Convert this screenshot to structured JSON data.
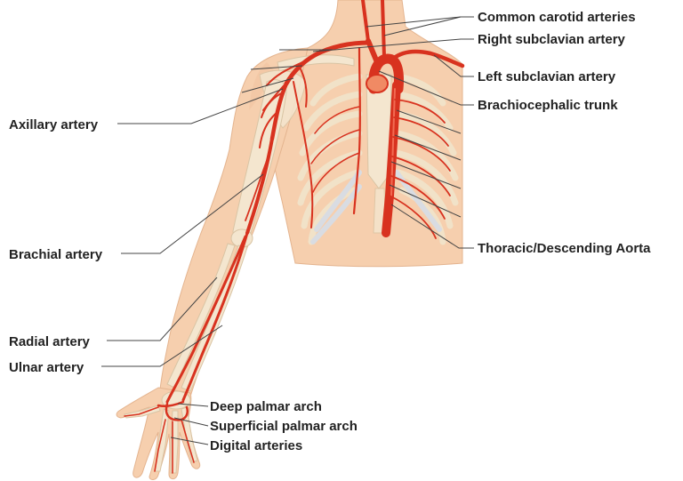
{
  "labels": {
    "common_carotid": "Common carotid arteries",
    "right_subclavian": "Right subclavian artery",
    "left_subclavian": "Left subclavian artery",
    "brachiocephalic": "Brachiocephalic trunk",
    "thoracic_aorta": "Thoracic/Descending Aorta",
    "axillary": "Axillary artery",
    "brachial": "Brachial artery",
    "radial": "Radial artery",
    "ulnar": "Ulnar artery",
    "deep_palmar": "Deep palmar arch",
    "superficial_palmar": "Superficial palmar arch",
    "digital": "Digital arteries"
  },
  "colors": {
    "artery": "#d8321f",
    "skin": "#f6cfae",
    "bone": "#f4e6cf",
    "cartilage": "#d9dce2",
    "label_text": "#222222",
    "leader_line": "#444444"
  }
}
